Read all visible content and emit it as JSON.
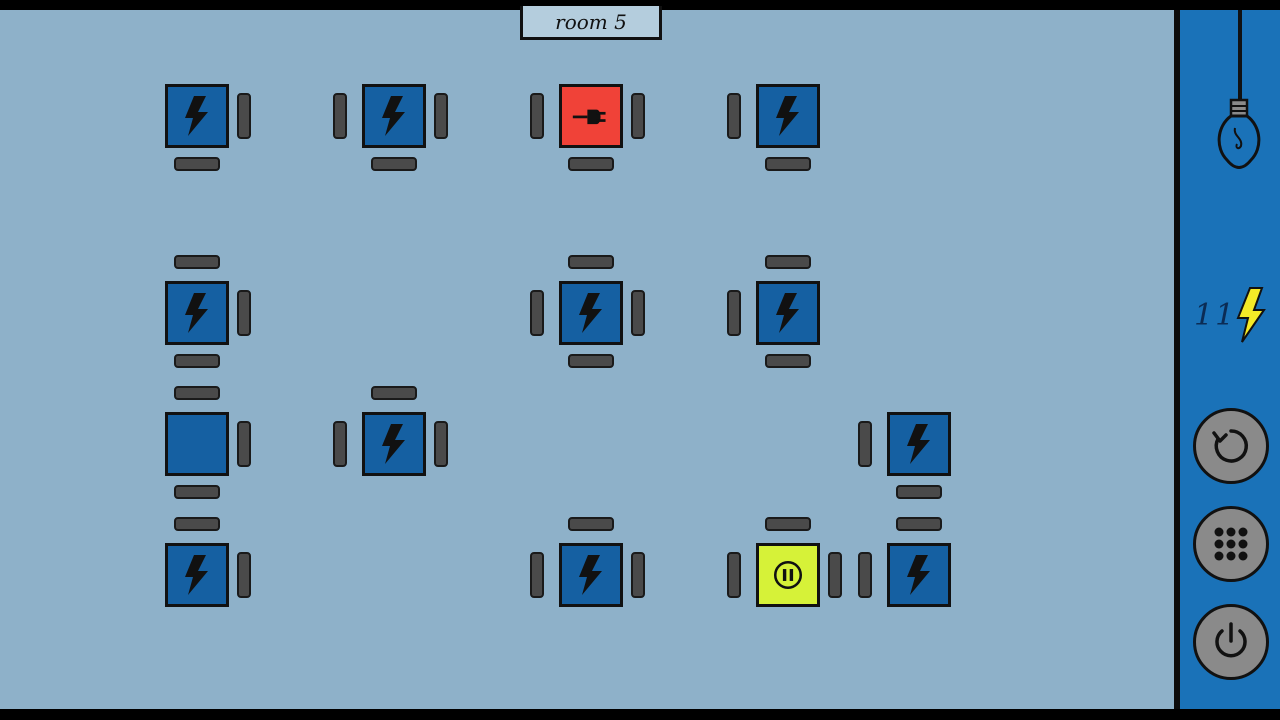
{
  "room": {
    "label": "room 5"
  },
  "energy": {
    "count": "11",
    "icon": "lightning-bolt-icon",
    "color": "#f4ea27"
  },
  "colors": {
    "desk_blue": "#1560a2",
    "desk_red": "#f04238",
    "desk_yellow": "#d6f238",
    "floor": "#8eb1c9",
    "sidebar": "#1a72b8"
  },
  "buttons": {
    "restart": {
      "icon": "restart-icon"
    },
    "menu": {
      "icon": "grid-menu-icon"
    },
    "power": {
      "icon": "power-icon"
    }
  },
  "hint": {
    "icon": "lightbulb-icon"
  },
  "desks": [
    {
      "id": "d1",
      "state": "powered",
      "icon": "lightning-bolt-icon",
      "chairs": [
        "right",
        "bottom"
      ]
    },
    {
      "id": "d2",
      "state": "powered",
      "icon": "lightning-bolt-icon",
      "chairs": [
        "left",
        "right",
        "bottom"
      ]
    },
    {
      "id": "d3",
      "state": "source",
      "icon": "power-plug-icon",
      "chairs": [
        "left",
        "right",
        "bottom"
      ]
    },
    {
      "id": "d4",
      "state": "powered",
      "icon": "lightning-bolt-icon",
      "chairs": [
        "left",
        "bottom"
      ]
    },
    {
      "id": "d5",
      "state": "powered",
      "icon": "lightning-bolt-icon",
      "chairs": [
        "top",
        "right",
        "bottom"
      ]
    },
    {
      "id": "d6",
      "state": "powered",
      "icon": "lightning-bolt-icon",
      "chairs": [
        "top",
        "left",
        "right",
        "bottom"
      ]
    },
    {
      "id": "d7",
      "state": "powered",
      "icon": "lightning-bolt-icon",
      "chairs": [
        "top",
        "left",
        "bottom"
      ]
    },
    {
      "id": "d8",
      "state": "unpowered",
      "icon": "",
      "chairs": [
        "top",
        "right",
        "bottom"
      ]
    },
    {
      "id": "d9",
      "state": "powered",
      "icon": "lightning-bolt-icon",
      "chairs": [
        "top",
        "left",
        "right"
      ]
    },
    {
      "id": "d10",
      "state": "powered",
      "icon": "lightning-bolt-icon",
      "chairs": [
        "left",
        "bottom"
      ]
    },
    {
      "id": "d11",
      "state": "powered",
      "icon": "lightning-bolt-icon",
      "chairs": [
        "top",
        "right"
      ]
    },
    {
      "id": "d12",
      "state": "powered",
      "icon": "lightning-bolt-icon",
      "chairs": [
        "top",
        "left",
        "right"
      ]
    },
    {
      "id": "d13",
      "state": "paused",
      "icon": "pause-icon",
      "chairs": [
        "top",
        "left",
        "right"
      ]
    },
    {
      "id": "d14",
      "state": "powered",
      "icon": "lightning-bolt-icon",
      "chairs": [
        "top",
        "left"
      ]
    }
  ]
}
